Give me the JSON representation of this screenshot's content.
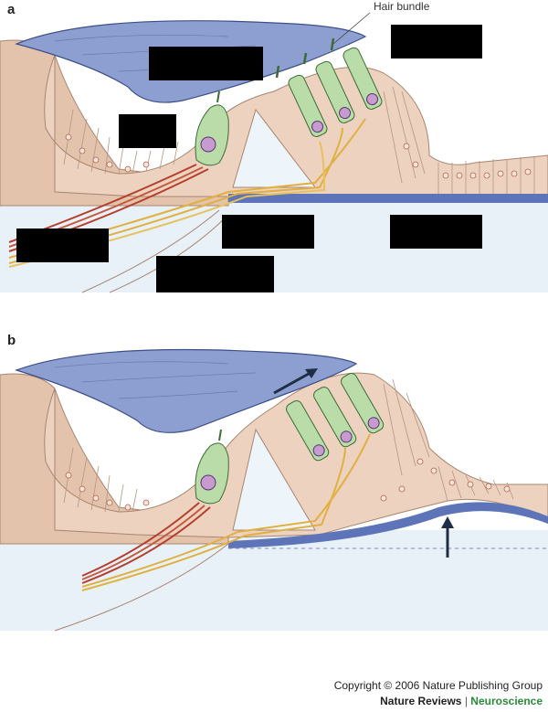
{
  "panels": [
    {
      "letter": "a"
    },
    {
      "letter": "b"
    }
  ],
  "labels": {
    "hair_bundle": "Hair bundle"
  },
  "footer": {
    "copyright": "Copyright © 2006 Nature Publishing Group",
    "journal": "Nature Reviews",
    "separator": "|",
    "section": "Neuroscience"
  },
  "colors": {
    "tectorial_membrane": "#8c9fd0",
    "basilar_membrane": "#5d74b8",
    "tissue": "#e8c9b4",
    "hair_cell": "#b9dca8",
    "nerve_efferent": "#b5402e",
    "nerve_afferent": "#e0b040",
    "nucleus": "#c79bd0",
    "background_fluid": "#e8f1f8",
    "accent_green": "#2a8a3a"
  }
}
